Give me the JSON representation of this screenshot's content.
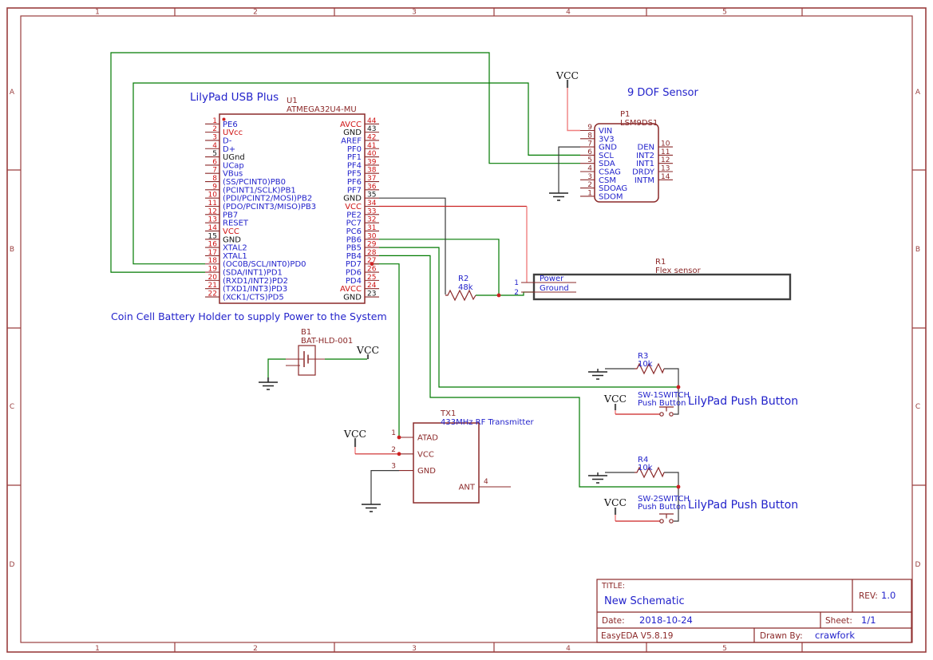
{
  "frame": {
    "columns": [
      "1",
      "2",
      "3",
      "4",
      "5"
    ],
    "rows": [
      "A",
      "B",
      "C",
      "D"
    ]
  },
  "title_block": {
    "title_label": "TITLE:",
    "title": "New Schematic",
    "rev_label": "REV:",
    "rev": "1.0",
    "date_label": "Date:",
    "date": "2018-10-24",
    "sheet_label": "Sheet:",
    "sheet": "1/1",
    "tool": "EasyEDA V5.8.19",
    "drawn_by_label": "Drawn By:",
    "drawn_by": "crawfork"
  },
  "annotations": {
    "u1_title": "LilyPad USB Plus",
    "p1_title": "9 DOF Sensor",
    "battery_note": "Coin Cell Battery Holder to supply Power to the System",
    "push1": "LilyPad Push Button",
    "push2": "LilyPad Push Button"
  },
  "net_labels": {
    "vcc": "VCC"
  },
  "u1": {
    "ref": "U1",
    "value": "ATMEGA32U4-MU",
    "left_pins": [
      {
        "num": "1",
        "name": "PE6",
        "c": "b",
        "n": "r"
      },
      {
        "num": "2",
        "name": "UVcc",
        "c": "r",
        "n": "r"
      },
      {
        "num": "3",
        "name": "D-",
        "c": "b",
        "n": "r"
      },
      {
        "num": "4",
        "name": "D+",
        "c": "b",
        "n": "r"
      },
      {
        "num": "5",
        "name": "UGnd",
        "c": "k",
        "n": "k"
      },
      {
        "num": "6",
        "name": "UCap",
        "c": "b",
        "n": "r"
      },
      {
        "num": "7",
        "name": "VBus",
        "c": "b",
        "n": "r"
      },
      {
        "num": "8",
        "name": "(SS/PCINT0)PB0",
        "c": "b",
        "n": "r"
      },
      {
        "num": "9",
        "name": "(PCINT1/SCLK)PB1",
        "c": "b",
        "n": "r"
      },
      {
        "num": "10",
        "name": "(PDI/PCINT2/MOSI)PB2",
        "c": "b",
        "n": "r"
      },
      {
        "num": "11",
        "name": "(PDO/PCINT3/MISO)PB3",
        "c": "b",
        "n": "r"
      },
      {
        "num": "12",
        "name": "PB7",
        "c": "b",
        "n": "r"
      },
      {
        "num": "13",
        "name": "RESET",
        "c": "b",
        "n": "r"
      },
      {
        "num": "14",
        "name": "VCC",
        "c": "r",
        "n": "r"
      },
      {
        "num": "15",
        "name": "GND",
        "c": "k",
        "n": "k"
      },
      {
        "num": "16",
        "name": "XTAL2",
        "c": "b",
        "n": "r"
      },
      {
        "num": "17",
        "name": "XTAL1",
        "c": "b",
        "n": "r"
      },
      {
        "num": "18",
        "name": "(OC0B/SCL/INT0)PD0",
        "c": "b",
        "n": "r"
      },
      {
        "num": "19",
        "name": "(SDA/INT1)PD1",
        "c": "b",
        "n": "r"
      },
      {
        "num": "20",
        "name": "(RXD1/INT2)PD2",
        "c": "b",
        "n": "r"
      },
      {
        "num": "21",
        "name": "(TXD1/INT3)PD3",
        "c": "b",
        "n": "r"
      },
      {
        "num": "22",
        "name": "(XCK1/CTS)PD5",
        "c": "b",
        "n": "r"
      }
    ],
    "right_pins": [
      {
        "num": "44",
        "name": "AVCC",
        "c": "r",
        "n": "r"
      },
      {
        "num": "43",
        "name": "GND",
        "c": "k",
        "n": "k"
      },
      {
        "num": "42",
        "name": "AREF",
        "c": "b",
        "n": "r"
      },
      {
        "num": "41",
        "name": "PF0",
        "c": "b",
        "n": "r"
      },
      {
        "num": "40",
        "name": "PF1",
        "c": "b",
        "n": "r"
      },
      {
        "num": "39",
        "name": "PF4",
        "c": "b",
        "n": "r"
      },
      {
        "num": "38",
        "name": "PF5",
        "c": "b",
        "n": "r"
      },
      {
        "num": "37",
        "name": "PF6",
        "c": "b",
        "n": "r"
      },
      {
        "num": "36",
        "name": "PF7",
        "c": "b",
        "n": "r"
      },
      {
        "num": "35",
        "name": "GND",
        "c": "k",
        "n": "k"
      },
      {
        "num": "34",
        "name": "VCC",
        "c": "r",
        "n": "r"
      },
      {
        "num": "33",
        "name": "PE2",
        "c": "b",
        "n": "r"
      },
      {
        "num": "32",
        "name": "PC7",
        "c": "b",
        "n": "r"
      },
      {
        "num": "31",
        "name": "PC6",
        "c": "b",
        "n": "r"
      },
      {
        "num": "30",
        "name": "PB6",
        "c": "b",
        "n": "r"
      },
      {
        "num": "29",
        "name": "PB5",
        "c": "b",
        "n": "r"
      },
      {
        "num": "28",
        "name": "PB4",
        "c": "b",
        "n": "r"
      },
      {
        "num": "27",
        "name": "PD7",
        "c": "b",
        "n": "r"
      },
      {
        "num": "26",
        "name": "PD6",
        "c": "b",
        "n": "r"
      },
      {
        "num": "25",
        "name": "PD4",
        "c": "b",
        "n": "r"
      },
      {
        "num": "24",
        "name": "AVCC",
        "c": "r",
        "n": "r"
      },
      {
        "num": "23",
        "name": "GND",
        "c": "k",
        "n": "k"
      }
    ]
  },
  "p1": {
    "ref": "P1",
    "value": "LSM9DS1",
    "left_pins": [
      {
        "num": "9",
        "name": "VIN",
        "c": "b",
        "n": "m"
      },
      {
        "num": "8",
        "name": "3V3",
        "c": "b",
        "n": "m"
      },
      {
        "num": "7",
        "name": "GND",
        "c": "b",
        "n": "m"
      },
      {
        "num": "6",
        "name": "SCL",
        "c": "b",
        "n": "m"
      },
      {
        "num": "5",
        "name": "SDA",
        "c": "b",
        "n": "m"
      },
      {
        "num": "4",
        "name": "CSAG",
        "c": "b",
        "n": "m"
      },
      {
        "num": "3",
        "name": "CSM",
        "c": "b",
        "n": "m"
      },
      {
        "num": "2",
        "name": "SDOAG",
        "c": "b",
        "n": "m"
      },
      {
        "num": "1",
        "name": "SDOM",
        "c": "b",
        "n": "m"
      }
    ],
    "right_pins": [
      {
        "num": "10",
        "name": "DEN",
        "c": "b",
        "n": "m"
      },
      {
        "num": "11",
        "name": "INT2",
        "c": "b",
        "n": "m"
      },
      {
        "num": "12",
        "name": "INT1",
        "c": "b",
        "n": "m"
      },
      {
        "num": "13",
        "name": "DRDY",
        "c": "b",
        "n": "m"
      },
      {
        "num": "14",
        "name": "INTM",
        "c": "b",
        "n": "m"
      }
    ]
  },
  "tx1": {
    "ref": "TX1",
    "value": "433MHz RF Transmitter",
    "left_pins": [
      {
        "num": "1",
        "name": "ATAD",
        "c": "m",
        "n": "m"
      },
      {
        "num": "2",
        "name": "VCC",
        "c": "m",
        "n": "m"
      },
      {
        "num": "3",
        "name": "GND",
        "c": "m",
        "n": "m"
      }
    ],
    "right_pins": [
      {
        "num": "4",
        "name": "ANT",
        "c": "m",
        "n": "m"
      }
    ]
  },
  "b1": {
    "ref": "B1",
    "value": "BAT-HLD-001"
  },
  "r1": {
    "ref": "R1",
    "value": "Flex sensor",
    "pins": [
      {
        "num": "1",
        "name": "Power"
      },
      {
        "num": "2",
        "name": "Ground"
      }
    ]
  },
  "r2": {
    "ref": "R2",
    "value": "48k"
  },
  "r3": {
    "ref": "R3",
    "value": "10k"
  },
  "r4": {
    "ref": "R4",
    "value": "10k"
  },
  "sw1": {
    "ref": "SW-1SWITCH",
    "value": "Push Button"
  },
  "sw2": {
    "ref": "SW-2SWITCH",
    "value": "Push Button"
  },
  "colors": {
    "wire_green": "#007a00",
    "wire_red": "#cc2222",
    "wire_salmon": "#f08080",
    "component_outline": "#8b2a2a",
    "text_blue": "#2323cb",
    "text_red": "#cf1212",
    "frame": "#9a3e3e"
  }
}
